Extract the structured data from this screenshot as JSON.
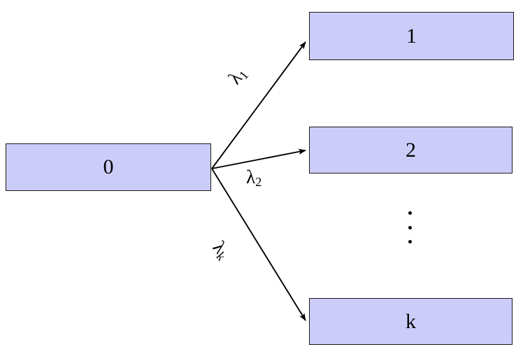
{
  "diagram": {
    "title": "",
    "type": "fan-out-transition-diagram",
    "colors": {
      "node_fill": "#ccccf9",
      "node_border": "#1a1a1a",
      "edge_stroke": "#000000",
      "background": "#ffffff"
    },
    "nodes": [
      {
        "id": "node-0",
        "label": "0"
      },
      {
        "id": "node-1",
        "label": "1"
      },
      {
        "id": "node-2",
        "label": "2"
      },
      {
        "id": "node-k",
        "label": "k"
      }
    ],
    "edges": [
      {
        "id": "edge-0-1",
        "from": "0",
        "to": "1",
        "label": "λ",
        "sub": "1"
      },
      {
        "id": "edge-0-2",
        "from": "0",
        "to": "2",
        "label": "λ",
        "sub": "2"
      },
      {
        "id": "edge-0-k",
        "from": "0",
        "to": "k",
        "label": "λ",
        "sub": "k"
      }
    ],
    "ellipsis": {
      "name": "vertical-ellipsis",
      "glyph": "⋮",
      "dot_count": 3
    }
  }
}
